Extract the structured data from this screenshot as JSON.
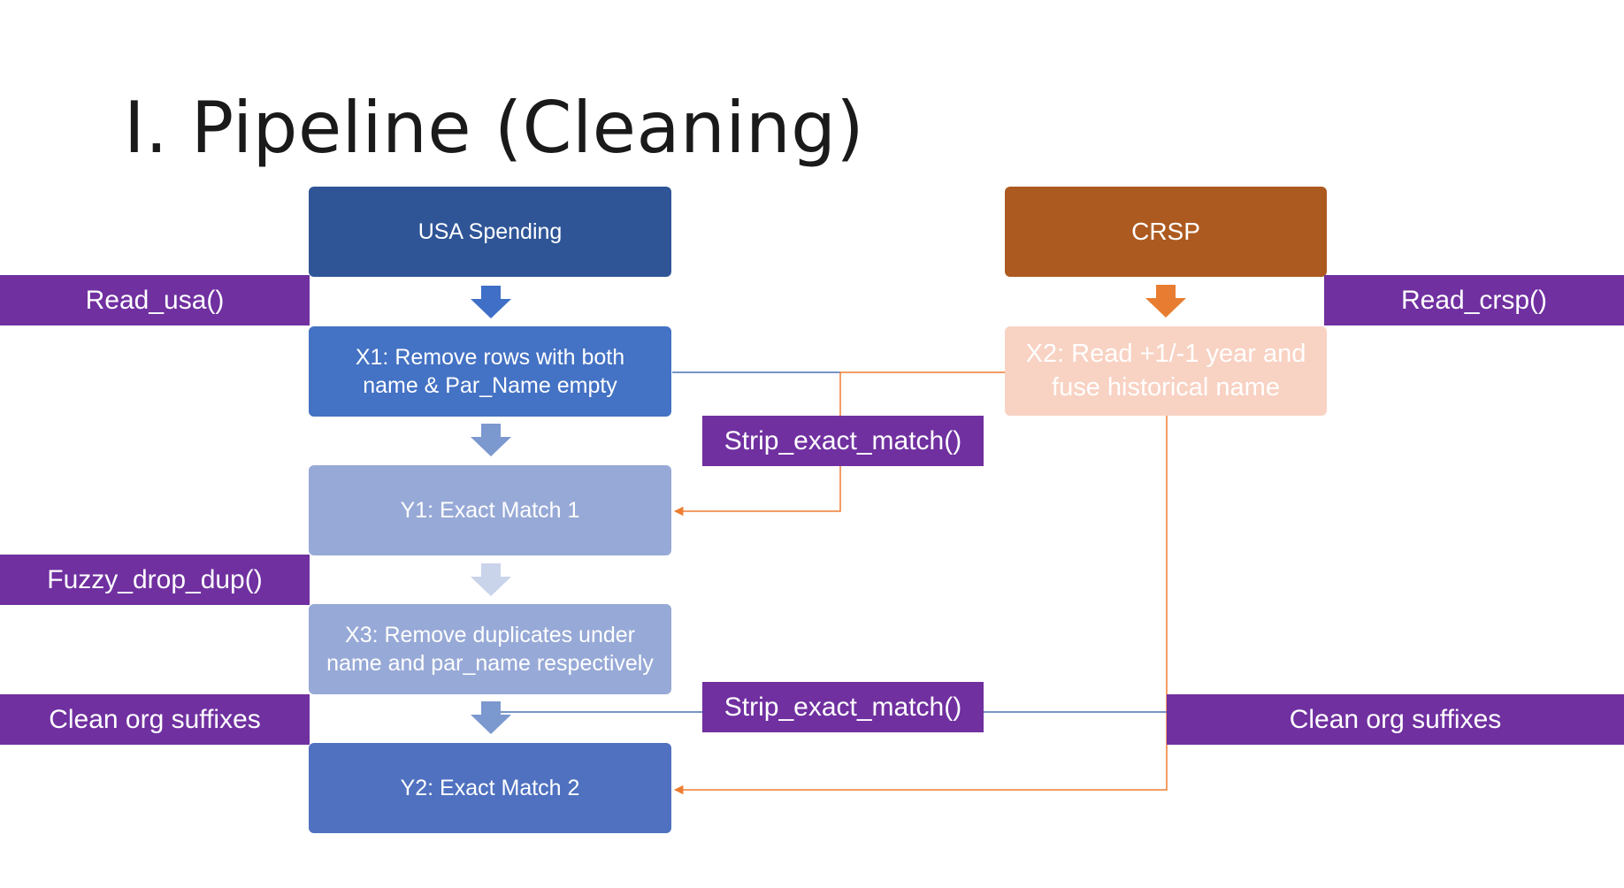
{
  "slide": {
    "title": "I. Pipeline (Cleaning)"
  },
  "boxes": {
    "usa_spending": "USA Spending",
    "crsp": "CRSP",
    "x1": "X1: Remove rows with both name & Par_Name empty",
    "x2": "X2: Read +1/-1 year and fuse historical name",
    "y1": "Y1: Exact Match 1",
    "x3": "X3:  Remove duplicates under name and par_name respectively",
    "y2": "Y2: Exact Match 2"
  },
  "labels": {
    "read_usa": "Read_usa()",
    "read_crsp": "Read_crsp()",
    "strip_exact_match_1": "Strip_exact_match()",
    "fuzzy_drop_dup": "Fuzzy_drop_dup()",
    "strip_exact_match_2": "Strip_exact_match()",
    "clean_org_suffixes_left": "Clean org suffixes",
    "clean_org_suffixes_right": "Clean org suffixes"
  },
  "colors": {
    "usa_spending": "#2f5597",
    "crsp": "#ad5a20",
    "x1": "#4472c4",
    "x2": "#f8d2c3",
    "y1": "#97a9d6",
    "x3": "#97a9d6",
    "y2": "#4f71c0",
    "label": "#7030a0",
    "blue_line": "#4a72b5",
    "orange_line": "#ed7d31"
  }
}
